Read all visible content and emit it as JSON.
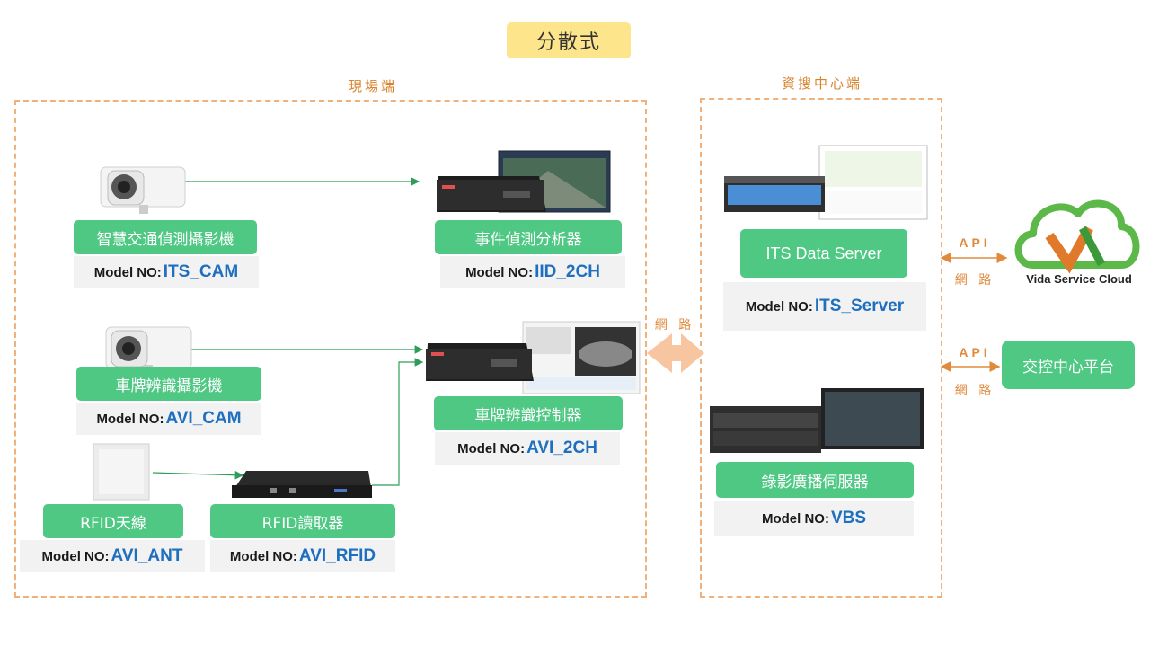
{
  "title": "分散式",
  "zones": {
    "field": "現場端",
    "datacenter": "資搜中心端"
  },
  "model_prefix": "Model NO",
  "colon": ":",
  "nodes": {
    "its_cam": {
      "label": "智慧交通偵測攝影機",
      "model": "ITS_CAM"
    },
    "iid_2ch": {
      "label": "事件偵測分析器",
      "model": "IID_2CH"
    },
    "avi_cam": {
      "label": "車牌辨識攝影機",
      "model": "AVI_CAM"
    },
    "avi_2ch": {
      "label": "車牌辨識控制器",
      "model": "AVI_2CH"
    },
    "avi_ant": {
      "label": "RFID天線",
      "model": "AVI_ANT"
    },
    "avi_rfid": {
      "label": "RFID讀取器",
      "model": "AVI_RFID"
    },
    "its_server": {
      "label": "ITS Data Server",
      "model": "ITS_Server"
    },
    "vbs": {
      "label": "錄影廣播伺服器",
      "model": "VBS"
    }
  },
  "network_label": "網 路",
  "api_label": "API",
  "cloud_name": "Vida Service Cloud",
  "traffic_center": "交控中心平台",
  "colors": {
    "green": "#4fc884",
    "orange": "#e08a3c",
    "dashed": "#f0b27a",
    "blue": "#1f6fbf"
  }
}
